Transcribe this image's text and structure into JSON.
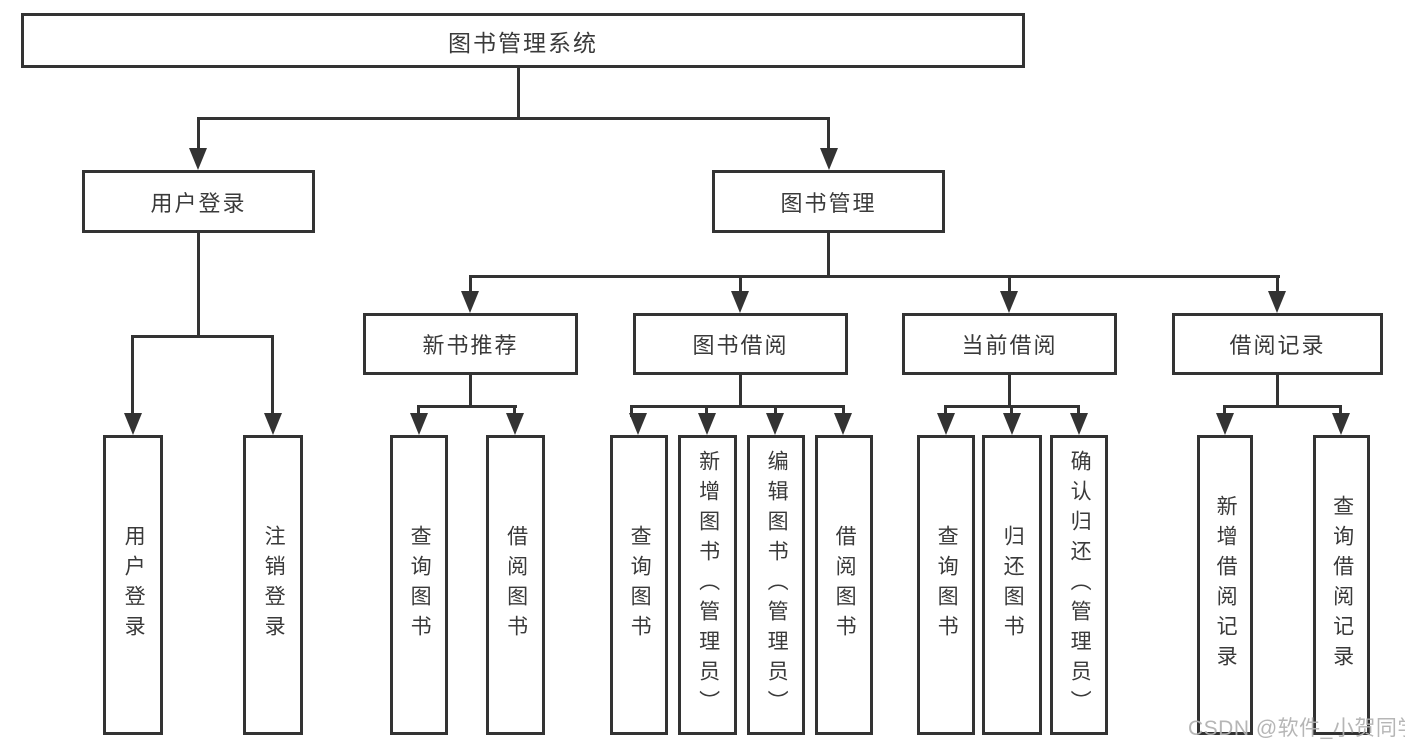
{
  "diagram": {
    "root_label": "图书管理系统",
    "level2": [
      "用户登录",
      "图书管理"
    ],
    "level3": [
      "新书推荐",
      "图书借阅",
      "当前借阅",
      "借阅记录"
    ],
    "leaves": {
      "user_login": [
        "用户登录",
        "注销登录"
      ],
      "new_book": [
        "查询图书",
        "借阅图书"
      ],
      "book_borrow": [
        "查询图书",
        "新增图书（管理员）",
        "编辑图书（管理员）",
        "借阅图书"
      ],
      "current_borrow": [
        "查询图书",
        "归还图书",
        "确认归还（管理员）"
      ],
      "borrow_records": [
        "新增借阅记录",
        "查询借阅记录"
      ]
    },
    "colors": {
      "line": "#333333",
      "text": "#3a3a3a",
      "background": "#ffffff",
      "watermark": "#b2b2b2"
    }
  },
  "watermark": {
    "text": "CSDN @软件_小贺同学"
  }
}
